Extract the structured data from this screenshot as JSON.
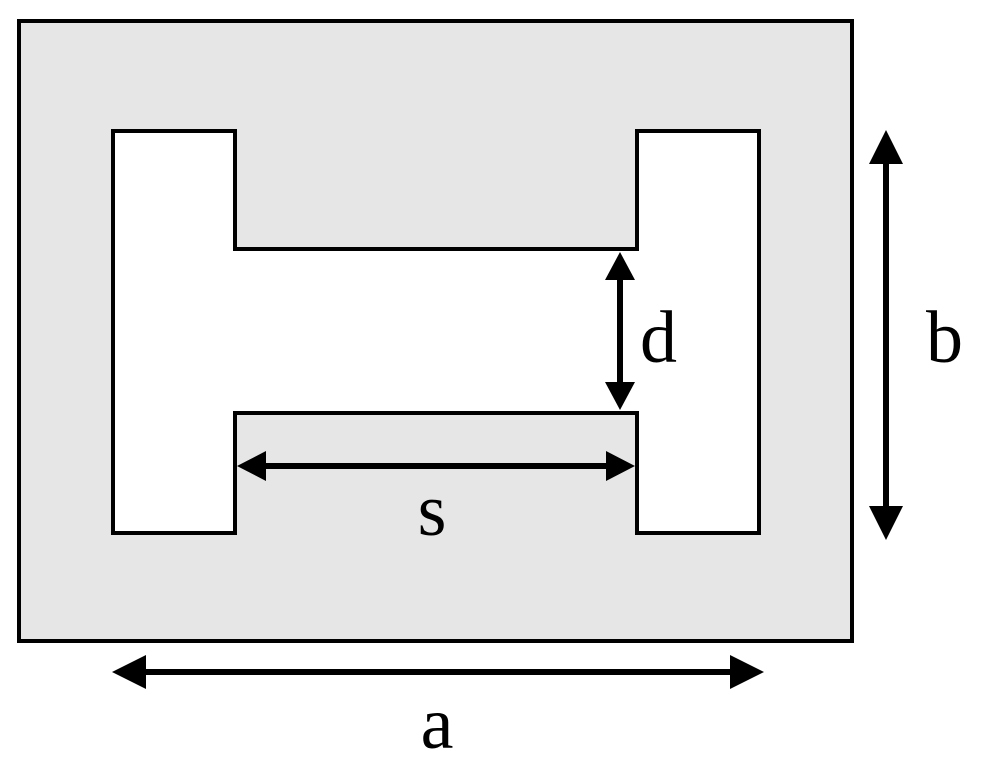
{
  "labels": {
    "d": "d",
    "b": "b",
    "s": "s",
    "a": "a"
  },
  "colors": {
    "substrate": "#e6e6e6",
    "aperture": "#ffffff",
    "stroke": "#000000"
  }
}
